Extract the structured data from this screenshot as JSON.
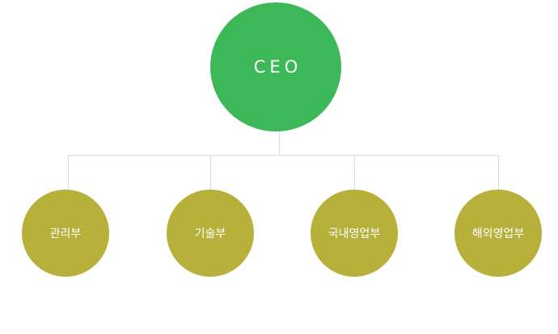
{
  "chart": {
    "root": {
      "label": "CEO",
      "color": "#3cb858"
    },
    "departments": [
      {
        "label": "관리부",
        "color": "#b7b03b"
      },
      {
        "label": "기술부",
        "color": "#b7b03b"
      },
      {
        "label": "국내영업부",
        "color": "#b7b03b"
      },
      {
        "label": "해외영업부",
        "color": "#b7b03b"
      }
    ],
    "line_color": "#d9d9d9"
  }
}
